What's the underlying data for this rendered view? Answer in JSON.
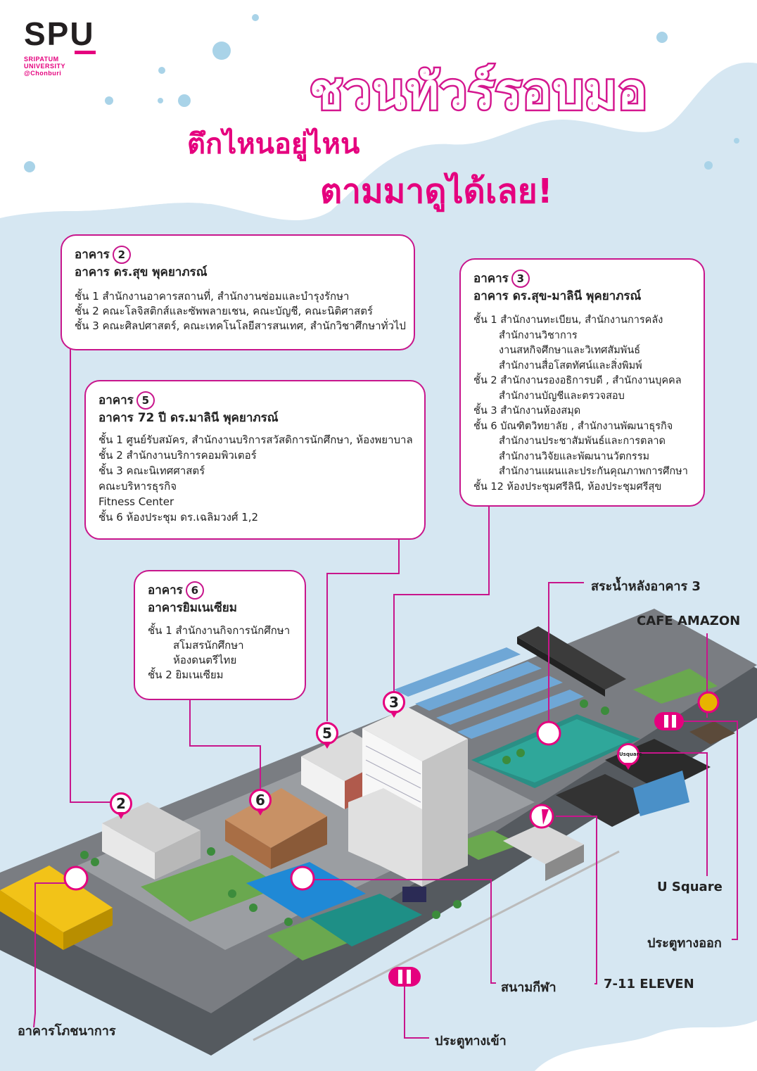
{
  "logo": {
    "mark": "SPU",
    "line1": "SRIPATUM",
    "line2": "UNIVERSITY",
    "line3": "@Chonburi"
  },
  "titles": {
    "main": "ชวนทัวร์รอบมอ",
    "sub1": "ตึกไหนอยู่ไหน",
    "sub2": "ตามมาดูได้เลย!"
  },
  "buildings": {
    "b2": {
      "label": "อาคาร",
      "num": "2",
      "name": "อาคาร ดร.สุข พุคยาภรณ์",
      "lines": [
        "ชั้น 1 สำนักงานอาคารสถานที่, สำนักงานซ่อมและบำรุงรักษา",
        "ชั้น 2 คณะโลจิสติกส์และซัพพลายเชน, คณะบัญชี, คณะนิติศาสตร์",
        "ชั้น 3 คณะศิลปศาสตร์, คณะเทคโนโลยีสารสนเทศ, สำนักวิชาศึกษาทั่วไป"
      ]
    },
    "b3": {
      "label": "อาคาร",
      "num": "3",
      "name": "อาคาร ดร.สุข-มาลินี พุคยาภรณ์",
      "lines": [
        "ชั้น 1 สำนักงานทะเบียน, สำนักงานการคลัง",
        "สำนักงานวิชาการ",
        "งานสหกิจศึกษาและวิเทศสัมพันธ์",
        "สำนักงานสื่อโสตทัศน์และสิ่งพิมพ์",
        "ชั้น 2 สำนักงานรองอธิการบดี , สำนักงานบุคคล",
        "สำนักงานบัญชีและตรวจสอบ",
        "ชั้น 3 สำนักงานห้องสมุด",
        "ชั้น 6 บัณฑิตวิทยาลัย , สำนักงานพัฒนาธุรกิจ",
        "สำนักงานประชาสัมพันธ์และการตลาด",
        "สำนักงานวิจัยและพัฒนานวัตกรรม",
        "สำนักงานแผนและประกันคุณภาพการศึกษา",
        "ชั้น 12 ห้องประชุมศรีลินี, ห้องประชุมศรีสุข"
      ]
    },
    "b5": {
      "label": "อาคาร",
      "num": "5",
      "name": "อาคาร 72 ปี ดร.มาลินี พุคยาภรณ์",
      "lines": [
        "ชั้น 1 ศูนย์รับสมัคร, สำนักงานบริการสวัสดิการนักศึกษา, ห้องพยาบาล",
        "ชั้น 2 สำนักงานบริการคอมพิวเตอร์",
        "ชั้น 3 คณะนิเทศศาสตร์",
        "คณะบริหารธุรกิจ",
        "Fitness Center",
        "ชั้น 6 ห้องประชุม ดร.เฉลิมวงศ์ 1,2"
      ]
    },
    "b6": {
      "label": "อาคาร",
      "num": "6",
      "name": "อาคารยิมเนเซียม",
      "lines": [
        "ชั้น 1 สำนักงานกิจการนักศึกษา",
        "สโมสรนักศึกษา",
        "ห้องดนตรีไทย",
        "ชั้น 2 ยิมเนเซียม"
      ]
    }
  },
  "places": {
    "pool": "สระน้ำหลังอาคาร 3",
    "cafe": "CAFE AMAZON",
    "usquare": "U  Square",
    "exit": "ประตูทางออก",
    "seven": "7-11 ELEVEN",
    "stadium": "สนามกีฬา",
    "canteen": "อาคารโภชนาการ",
    "entrance": "ประตูทางเข้า"
  },
  "pins": {
    "p2": "2",
    "p3": "3",
    "p5": "5",
    "p6": "6",
    "usq": "Usquare"
  },
  "colors": {
    "accent": "#e5007e",
    "border": "#c8168c",
    "sky": "#d6e7f2"
  }
}
